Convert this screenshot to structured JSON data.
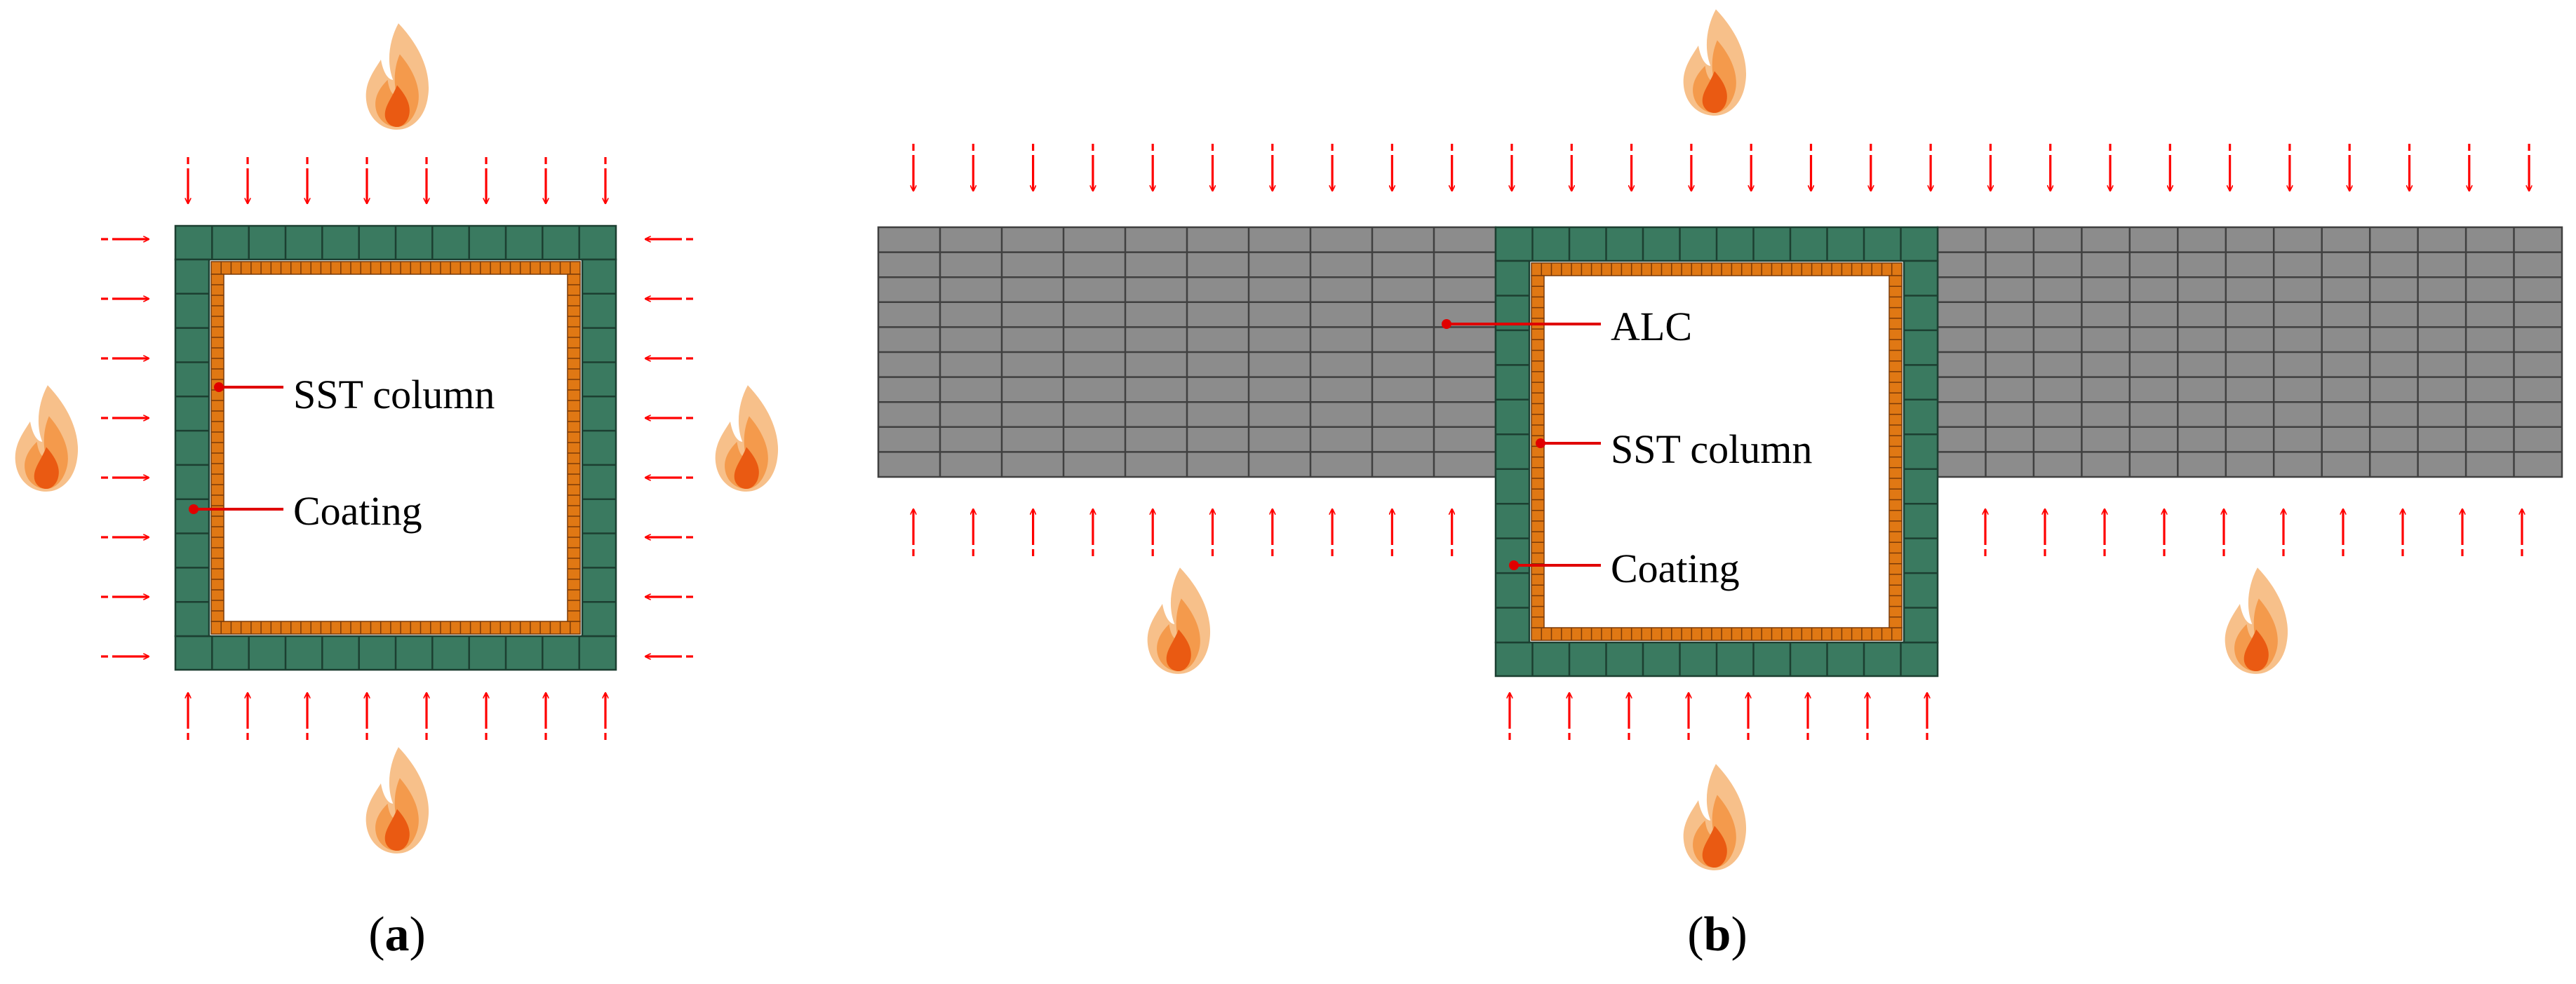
{
  "colors": {
    "coating": "#3a7a60",
    "coating_grid": "#1c3f31",
    "steel": "#e07814",
    "steel_grid": "#7a3a08",
    "alc": "#8c8c8c",
    "alc_grid": "#404040",
    "arrow": "#ff0000",
    "leader": "#e00000",
    "flame_outer": "#f7c08a",
    "flame_mid": "#f49a4c",
    "flame_inner": "#ea5a12",
    "text": "#000000"
  },
  "panel_a": {
    "caption_open": "(",
    "caption_letter": "a",
    "caption_close": ")",
    "labels": {
      "sst_column": "SST column",
      "coating": "Coating"
    },
    "icons": [
      "flame-icon",
      "arrow-down-icon",
      "arrow-right-icon",
      "arrow-left-icon",
      "arrow-up-icon"
    ]
  },
  "panel_b": {
    "caption_open": "(",
    "caption_letter": "b",
    "caption_close": ")",
    "labels": {
      "alc": "ALC",
      "sst_column": "SST column",
      "coating": "Coating"
    },
    "icons": [
      "flame-icon",
      "arrow-down-icon",
      "arrow-up-icon"
    ]
  }
}
